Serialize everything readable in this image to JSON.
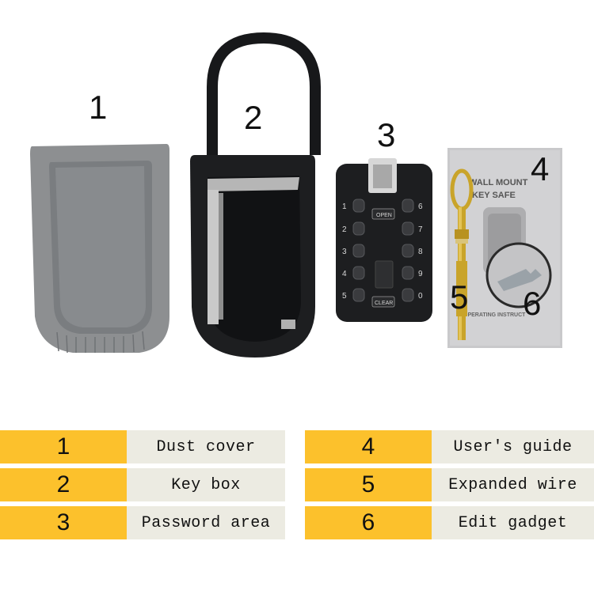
{
  "photo": {
    "labels": [
      "1",
      "2",
      "3",
      "4",
      "5",
      "6"
    ],
    "keypad": {
      "left_digits": [
        "1",
        "2",
        "3",
        "4",
        "5"
      ],
      "right_digits": [
        "6",
        "7",
        "8",
        "9",
        "0"
      ],
      "open_label": "OPEN",
      "clear_label": "CLEAR"
    },
    "manual": {
      "line1": "WALL MOUNT",
      "line2": "KEY SAFE",
      "footer": "OPERATING INSTRUCT"
    }
  },
  "legend": {
    "items": [
      {
        "number": "1",
        "text": "Dust cover"
      },
      {
        "number": "2",
        "text": "Key box"
      },
      {
        "number": "3",
        "text": "Password area"
      },
      {
        "number": "4",
        "text": "User's guide"
      },
      {
        "number": "5",
        "text": "Expanded wire"
      },
      {
        "number": "6",
        "text": "Edit gadget"
      }
    ]
  },
  "colors": {
    "number_cell": "#fcc12c",
    "text_cell": "#ecebe2",
    "cover_gray": "#8d8f91",
    "box_black": "#1d1e20"
  }
}
